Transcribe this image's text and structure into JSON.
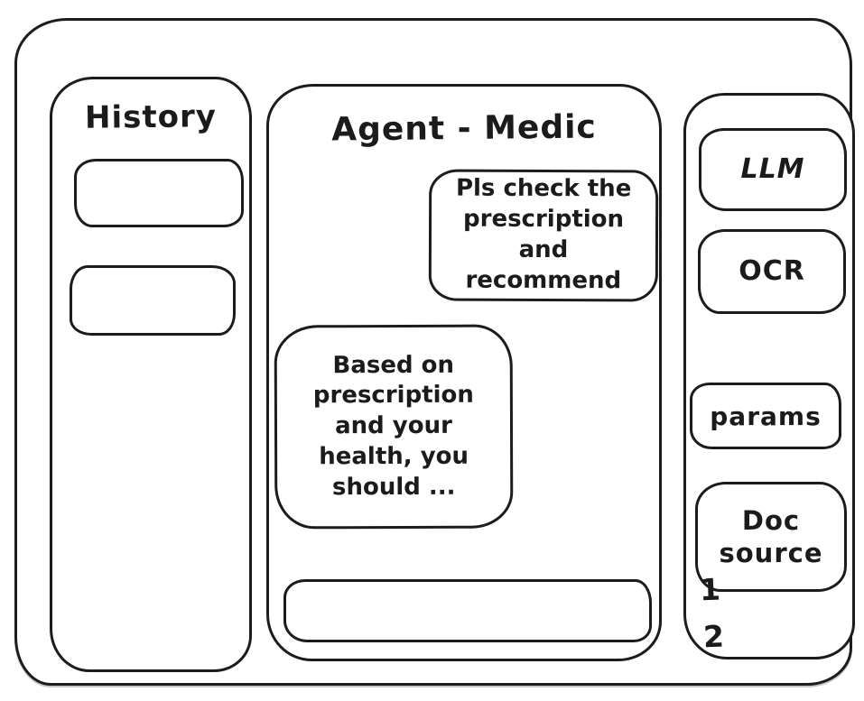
{
  "history": {
    "title": "History",
    "items": [
      {
        "label": ""
      },
      {
        "label": ""
      }
    ]
  },
  "chat": {
    "title": "Agent - Medic",
    "messages": [
      {
        "role": "user",
        "text": "Pls check the\nprescription\nand recommend"
      },
      {
        "role": "assistant",
        "text": "Based on\nprescription\nand your\nhealth, you\nshould ..."
      }
    ],
    "input": {
      "value": "",
      "placeholder": ""
    }
  },
  "tools": {
    "llm_label": "LLM",
    "ocr_label": "OCR",
    "params_label": "params",
    "doc_source_label": "Doc\nsource",
    "doc_source_items": [
      {
        "label": "1"
      },
      {
        "label": "2"
      }
    ]
  },
  "colors": {
    "stroke": "#1c1c1c",
    "background": "#ffffff"
  }
}
